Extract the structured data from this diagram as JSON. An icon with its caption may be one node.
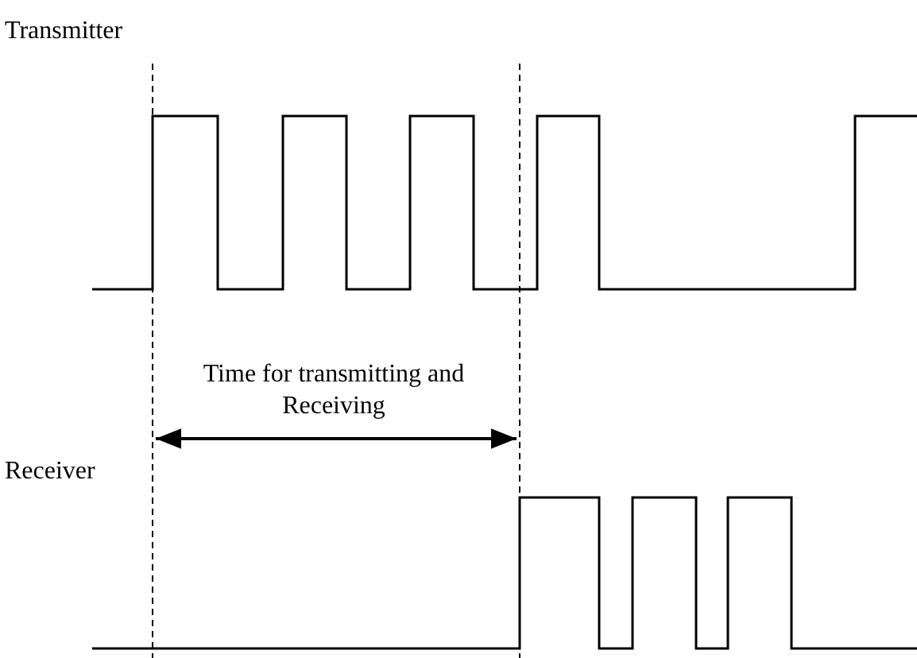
{
  "diagram": {
    "labels": [
      "Transmitter",
      "Time for transmitting and Receiving",
      "Receiver"
    ]
  }
}
